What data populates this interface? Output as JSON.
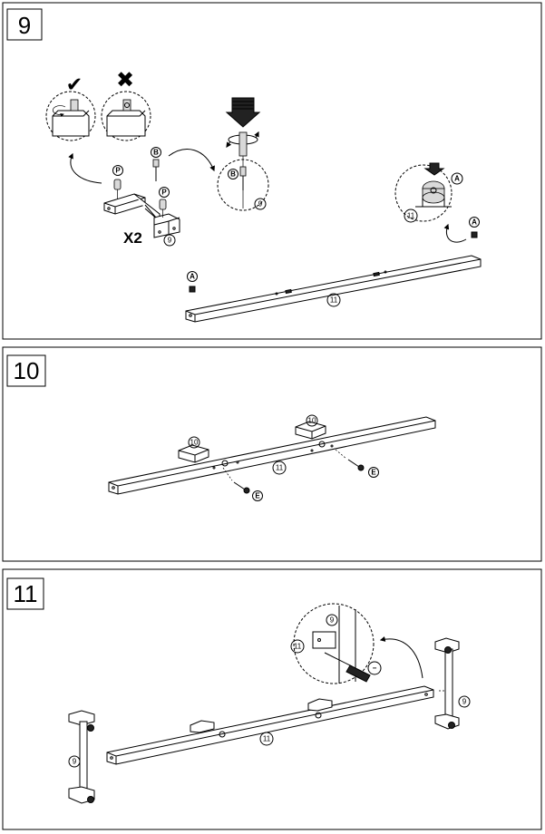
{
  "steps": [
    {
      "number": "9",
      "labels": {
        "check_mark": "✔",
        "cross_mark": "✖",
        "part_p_a": "P",
        "part_p_b": "P",
        "part_b_a": "B",
        "part_b_b": "B",
        "part_9_a": "9",
        "part_9_b": "9",
        "part_a_a": "A",
        "part_a_b": "A",
        "part_a_c": "A",
        "part_11_a": "11",
        "part_11_b": "11",
        "quantity": "X2"
      }
    },
    {
      "number": "10",
      "labels": {
        "part_10_a": "10",
        "part_10_b": "10",
        "part_11": "11",
        "part_e_a": "E",
        "part_e_b": "E"
      }
    },
    {
      "number": "11",
      "labels": {
        "part_9_a": "9",
        "part_9_b": "9",
        "part_9_c": "9",
        "part_11_a": "11",
        "part_11_b": "11",
        "minus_sign": "−"
      }
    }
  ]
}
